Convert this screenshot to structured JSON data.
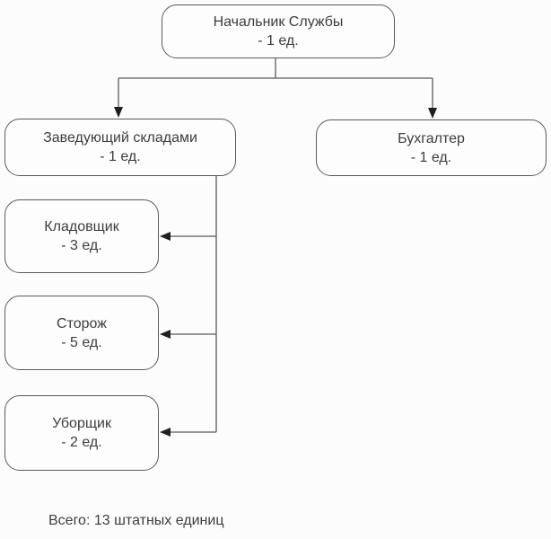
{
  "org_chart": {
    "type": "org-chart",
    "nodes": {
      "head_of_service": {
        "title": "Начальник Службы",
        "count": "- 1 ед.",
        "units": 1
      },
      "warehouse_manager": {
        "title": "Заведующий складами",
        "count": "- 1 ед.",
        "units": 1
      },
      "accountant": {
        "title": "Бухгалтер",
        "count": "- 1 ед.",
        "units": 1
      },
      "storekeeper": {
        "title": "Кладовщик",
        "count": "- 3 ед.",
        "units": 3
      },
      "watchman": {
        "title": "Сторож",
        "count": "- 5 ед.",
        "units": 5
      },
      "cleaner": {
        "title": "Уборщик",
        "count": "- 2 ед.",
        "units": 2
      }
    },
    "edges": [
      {
        "from": "head_of_service",
        "to": "warehouse_manager"
      },
      {
        "from": "head_of_service",
        "to": "accountant"
      },
      {
        "from": "warehouse_manager",
        "to": "storekeeper"
      },
      {
        "from": "warehouse_manager",
        "to": "watchman"
      },
      {
        "from": "warehouse_manager",
        "to": "cleaner"
      }
    ],
    "footer": "Всего: 13 штатных единиц",
    "colors": {
      "line": "#5a5a5a",
      "box_border": "#5a5a5a",
      "box_fill": "#fdfdfd",
      "text": "#3d3d3d",
      "arrowhead": "#1f1f1f",
      "background": "#fcfcfc"
    }
  }
}
